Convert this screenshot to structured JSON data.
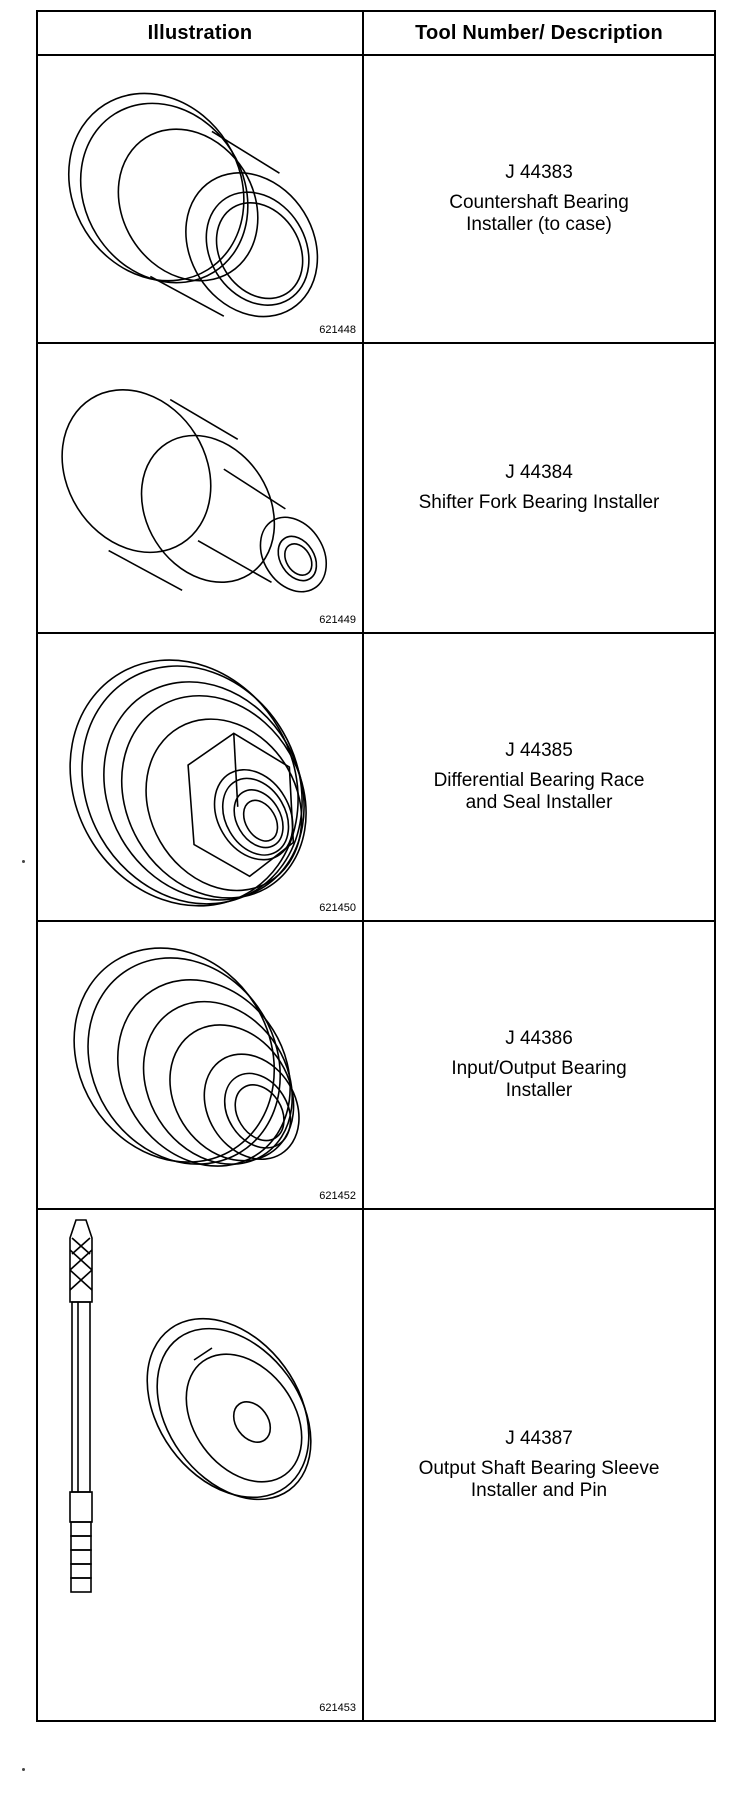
{
  "table": {
    "header": {
      "illustration": "Illustration",
      "description": "Tool Number/ Description"
    },
    "rows": [
      {
        "tool_number": "J 44383",
        "description": "Countershaft Bearing\nInstaller (to case)",
        "figure_number": "621448"
      },
      {
        "tool_number": "J 44384",
        "description": "Shifter Fork Bearing Installer",
        "figure_number": "621449"
      },
      {
        "tool_number": "J 44385",
        "description": "Differential Bearing Race\nand Seal Installer",
        "figure_number": "621450"
      },
      {
        "tool_number": "J 44386",
        "description": "Input/Output Bearing\nInstaller",
        "figure_number": "621452"
      },
      {
        "tool_number": "J 44387",
        "description": "Output Shaft Bearing Sleeve\nInstaller and Pin",
        "figure_number": "621453"
      }
    ]
  }
}
